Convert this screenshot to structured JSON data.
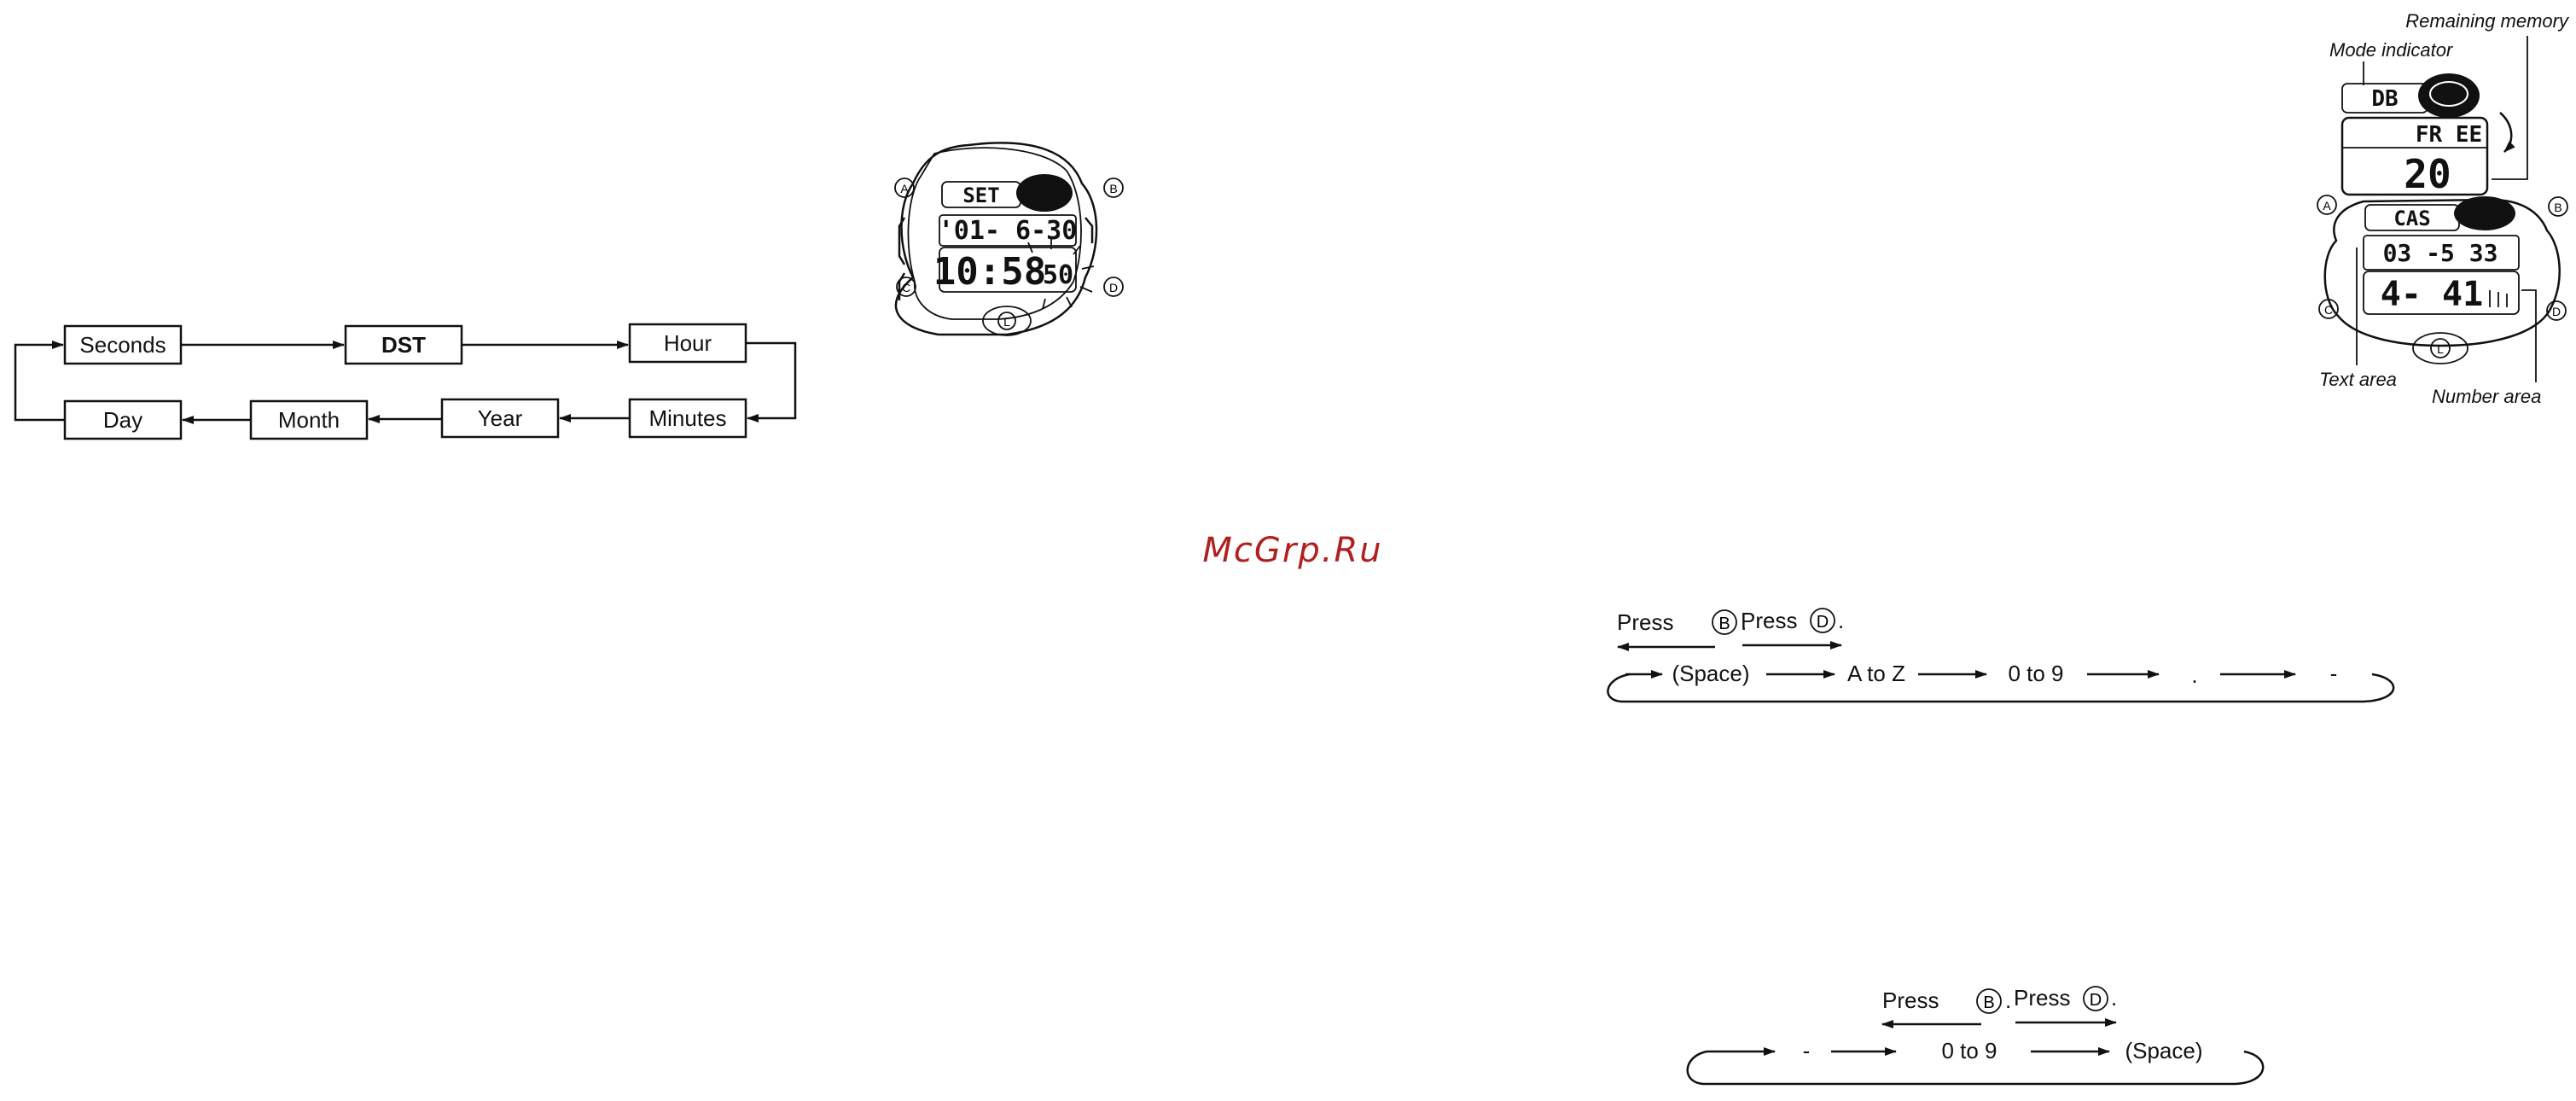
{
  "flow_setting": {
    "top_row": [
      "Seconds",
      "DST",
      "Hour"
    ],
    "bottom_row": [
      "Day",
      "Month",
      "Year",
      "Minutes"
    ]
  },
  "watch_set": {
    "mode": "SET",
    "line1": "'01- 6-30",
    "line2": "10:58",
    "seconds": "50",
    "buttons": {
      "a": "A",
      "b": "B",
      "c": "C",
      "d": "D",
      "l": "L"
    }
  },
  "watch_data": {
    "mode": "DB",
    "free_label": "FR EE",
    "free_count": "20",
    "mode2": "CAS",
    "text_line": "03 -5 33",
    "number_line": "4- 41",
    "buttons": {
      "a": "A",
      "b": "B",
      "c": "C",
      "d": "D",
      "l": "L"
    },
    "callouts": {
      "remaining_memory": "Remaining memory",
      "mode_indicator": "Mode indicator",
      "text_area": "Text area",
      "number_area": "Number area"
    }
  },
  "watermark": "McGrp.Ru",
  "cycle1": {
    "press_b": "Press",
    "press_b_key": "B",
    "press_d": "Press",
    "press_d_key": "D",
    "items": [
      "(Space)",
      "A to Z",
      "0 to 9",
      ".",
      "-"
    ]
  },
  "cycle2": {
    "press_b": "Press",
    "press_b_key": "B",
    "press_d": "Press",
    "press_d_key": "D",
    "items": [
      "-",
      "0 to 9",
      "(Space)"
    ]
  }
}
